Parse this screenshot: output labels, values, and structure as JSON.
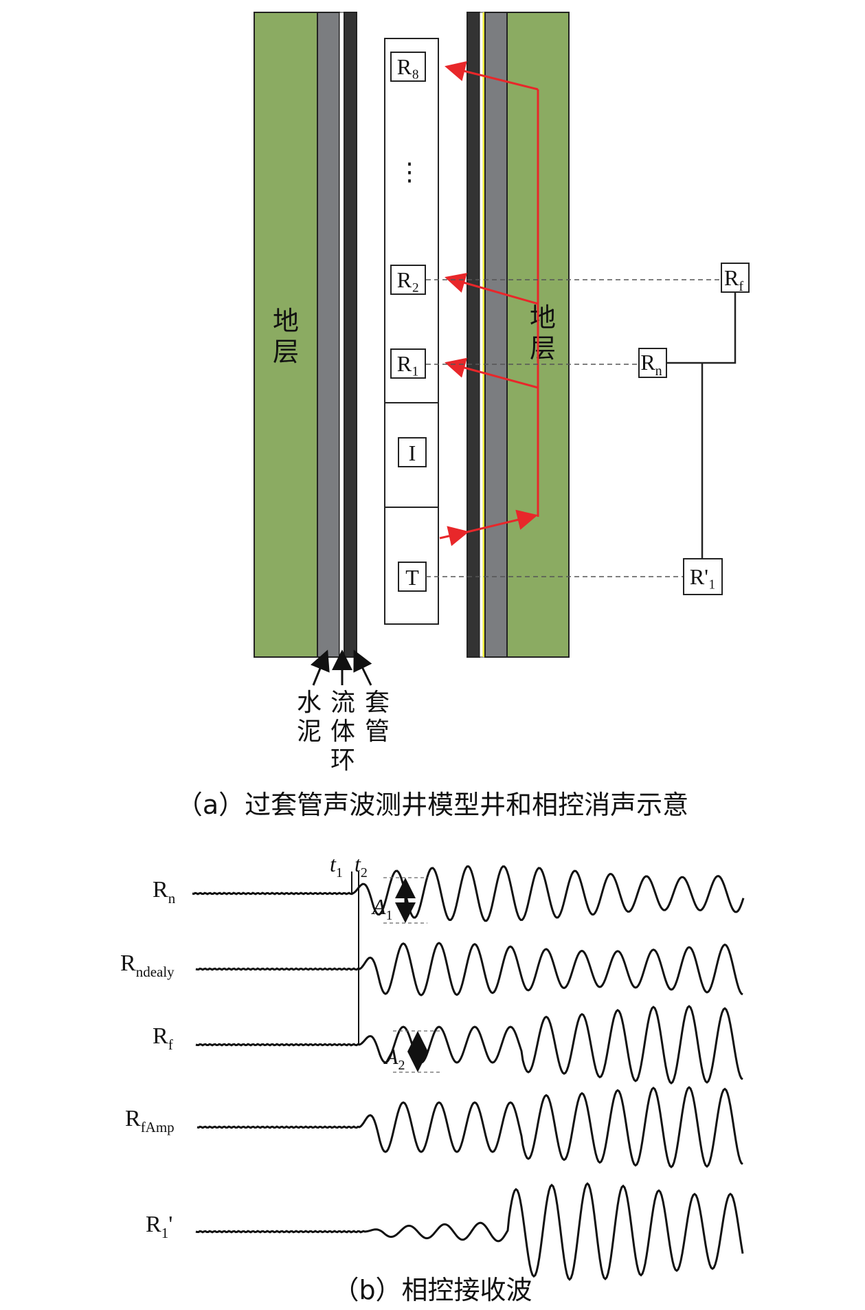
{
  "panel_a": {
    "formation_left_label": "地层",
    "formation_right_label": "地层",
    "layer_labels": {
      "cement": "水泥",
      "fluid_ring": "流体环",
      "casing": "套管"
    },
    "tool_labels": {
      "r8": "R₈",
      "dots": "⋮",
      "r2": "R₂",
      "r1": "R₁",
      "isolator": "I",
      "transmitter": "T"
    },
    "processing_labels": {
      "rf": "Rf",
      "rn": "Rn",
      "r1_prime": "R'₁"
    },
    "caption": "（a）过套管声波测井模型井和相控消声示意"
  },
  "panel_b": {
    "traces": [
      {
        "label": "Rn"
      },
      {
        "label": "Rndealy"
      },
      {
        "label": "Rf"
      },
      {
        "label": "RfAmp"
      },
      {
        "label": "R1'"
      }
    ],
    "annotations": {
      "t1": "t",
      "t1_sub": "1",
      "t2": "t",
      "t2_sub": "2",
      "a1": "A",
      "a1_sub": "1",
      "a2": "A",
      "a2_sub": "2"
    },
    "caption": "（b）相控接收波"
  },
  "colors": {
    "formation": "#8bab62",
    "cement": "#7b7d80",
    "casing": "#333333",
    "fluid_highlight": "#f2ef3a",
    "ray": "#e8272a"
  }
}
